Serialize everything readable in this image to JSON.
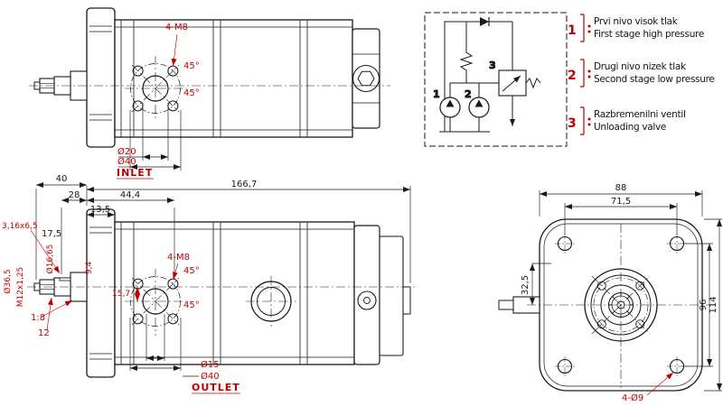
{
  "colors": {
    "dimension_red": "#c00000",
    "line_black": "#1a1a1a"
  },
  "top_side_view": {
    "bolt_pattern": "4-M8",
    "angle_upper": "45°",
    "angle_lower": "45°",
    "bore_diameter": "Ø20",
    "boss_diameter": "Ø40",
    "port_label": "INLET"
  },
  "schematic": {
    "pump1": "1",
    "pump2": "2",
    "valve": "3"
  },
  "legend": {
    "items": [
      {
        "num": "1",
        "si": "Prvi nivo visok tlak",
        "en": "First stage high pressure"
      },
      {
        "num": "2",
        "si": "Drugi nivo nizek tlak",
        "en": "Second stage low pressure"
      },
      {
        "num": "3",
        "si": "Razbremenilni ventil",
        "en": "Unloading valve"
      }
    ]
  },
  "bottom_side_view": {
    "overall_length": "166,7",
    "shaft_length": "40",
    "dim_28": "28",
    "dim_44_4": "44,4",
    "flange_thickness": "13,5",
    "key_size": "3,16x6,5",
    "dim_17_5": "17,5",
    "shaft_dia": "Ø16,65",
    "dim_9_4": "9,4",
    "pilot_dia": "Ø36,5",
    "thread": "M12x1,25",
    "dim_15_7": "15,7",
    "bolt_pattern": "4-M8",
    "angle_upper": "45°",
    "angle_lower": "45°",
    "taper": "1:8",
    "dim_12": "12",
    "bore_diameter": "Ø15",
    "boss_diameter": "Ø40",
    "port_label": "OUTLET"
  },
  "front_view": {
    "flange_width": "88",
    "bolt_spacing_h": "71,5",
    "dim_32_5": "32,5",
    "bolt_spacing_v": "96",
    "flange_height": "114",
    "hole_pattern": "4-Ø9"
  }
}
